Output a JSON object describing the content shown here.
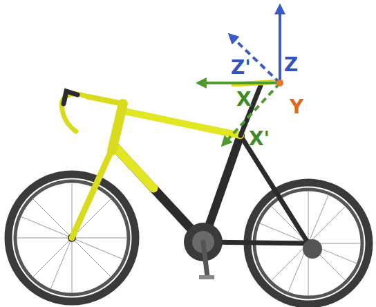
{
  "diagram": {
    "labels": [
      "Z'",
      "Z",
      "X",
      "Y",
      "X'"
    ]
  }
}
